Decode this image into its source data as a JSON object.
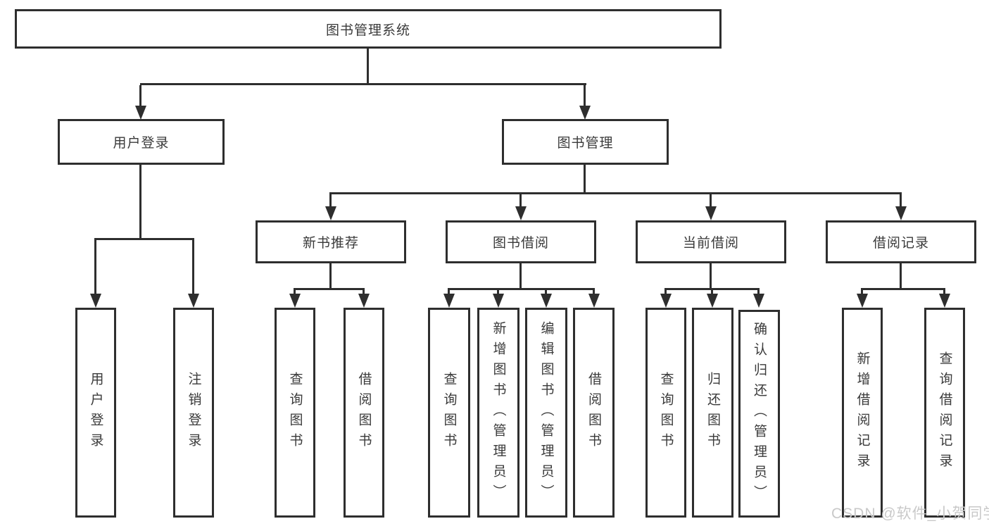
{
  "watermark": "CSDN @软件_小贺同学",
  "colors": {
    "line": "#2e2e2e",
    "box_border": "#2e2e2e",
    "text": "#3a3a3a",
    "background": "#ffffff",
    "watermark": "#c9c9c9"
  },
  "nodes": {
    "root": {
      "label": "图书管理系统"
    },
    "user_login": {
      "label": "用户登录",
      "children": {
        "login": {
          "label": "用户登录"
        },
        "logout": {
          "label": "注销登录"
        }
      }
    },
    "book_mgmt": {
      "label": "图书管理",
      "children": {
        "new_book_rec": {
          "label": "新书推荐",
          "children": {
            "query": {
              "label": "查询图书"
            },
            "borrow": {
              "label": "借阅图书"
            }
          }
        },
        "book_borrow": {
          "label": "图书借阅",
          "children": {
            "query": {
              "label": "查询图书"
            },
            "add": {
              "label": "新增图书（管理员）"
            },
            "edit": {
              "label": "编辑图书（管理员）"
            },
            "borrow": {
              "label": "借阅图书"
            }
          }
        },
        "current_borrow": {
          "label": "当前借阅",
          "children": {
            "query": {
              "label": "查询图书"
            },
            "return": {
              "label": "归还图书"
            },
            "confirm": {
              "label": "确认归还（管理员）"
            }
          }
        },
        "borrow_records": {
          "label": "借阅记录",
          "children": {
            "add": {
              "label": "新增借阅记录"
            },
            "query": {
              "label": "查询借阅记录"
            }
          }
        }
      }
    }
  }
}
